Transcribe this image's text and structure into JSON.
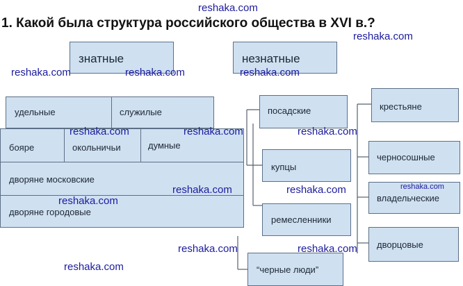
{
  "question": "1. Какой была структура российского общества в XVI в.?",
  "groups": {
    "noble": "знатные",
    "common": "незнатные"
  },
  "noble_tree": {
    "udelnye": "удельные",
    "sluzhilye": "служилые",
    "boyare": "бояре",
    "okolnichi": "окольничьи",
    "dumnye": "думные",
    "dvoryane_moskovskie": "дворяне московские",
    "dvoryane_gorodovye": "дворяне городовые"
  },
  "common_tree": {
    "posadskie": "посадские",
    "kuptsy": "купцы",
    "remeslenniki": "ремесленники",
    "chernye_lyudi": "“черные люди”"
  },
  "peasants": {
    "krestyane": "крестьяне",
    "chernososhnye": "черносошные",
    "vladelcheskie": "владельческие",
    "dvortsovye": "дворцовые"
  },
  "watermark": "reshaka.com",
  "colors": {
    "box_fill": "#cfe0f1",
    "box_border": "#5b6f86",
    "watermark": "#1b1b9e"
  }
}
